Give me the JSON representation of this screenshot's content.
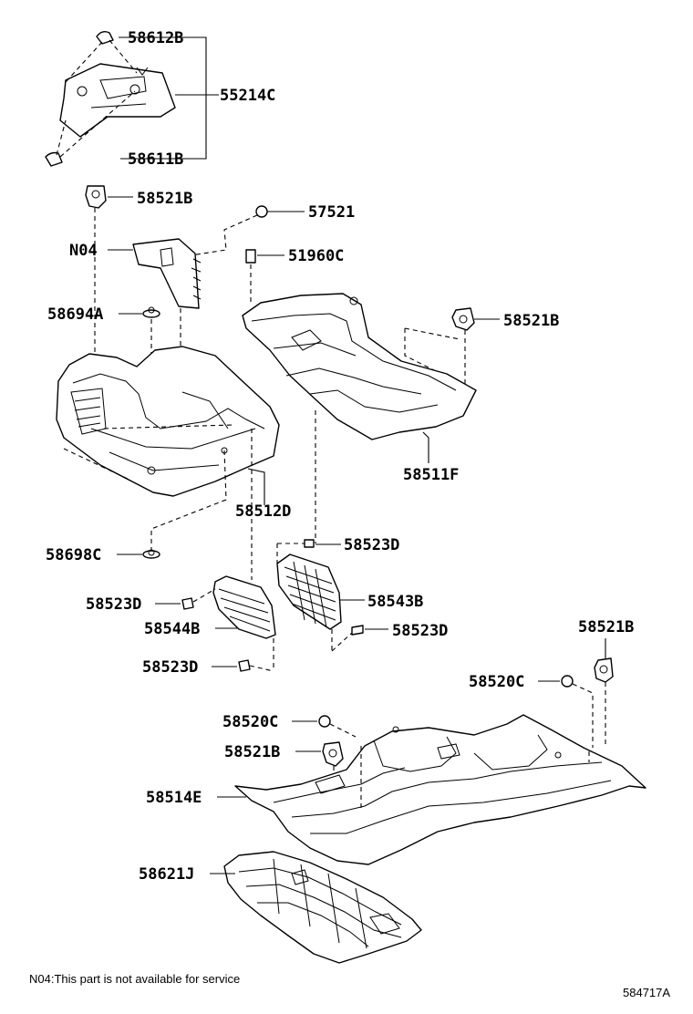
{
  "labels": {
    "l_58612B": "58612B",
    "l_55214C": "55214C",
    "l_58611B": "58611B",
    "l_58521B_a": "58521B",
    "l_57521": "57521",
    "l_N04": "N04",
    "l_51960C": "51960C",
    "l_58694A": "58694A",
    "l_58521B_b": "58521B",
    "l_58511F": "58511F",
    "l_58512D": "58512D",
    "l_58523D_a": "58523D",
    "l_58698C": "58698C",
    "l_58543B": "58543B",
    "l_58523D_b": "58523D",
    "l_58523D_c": "58523D",
    "l_58544B": "58544B",
    "l_58523D_d": "58523D",
    "l_58521B_c": "58521B",
    "l_58520C_a": "58520C",
    "l_58520C_b": "58520C",
    "l_58521B_d": "58521B",
    "l_58514E": "58514E",
    "l_58621J": "58621J"
  },
  "note": "N04:This part is not available for service",
  "figure_id": "584717A"
}
